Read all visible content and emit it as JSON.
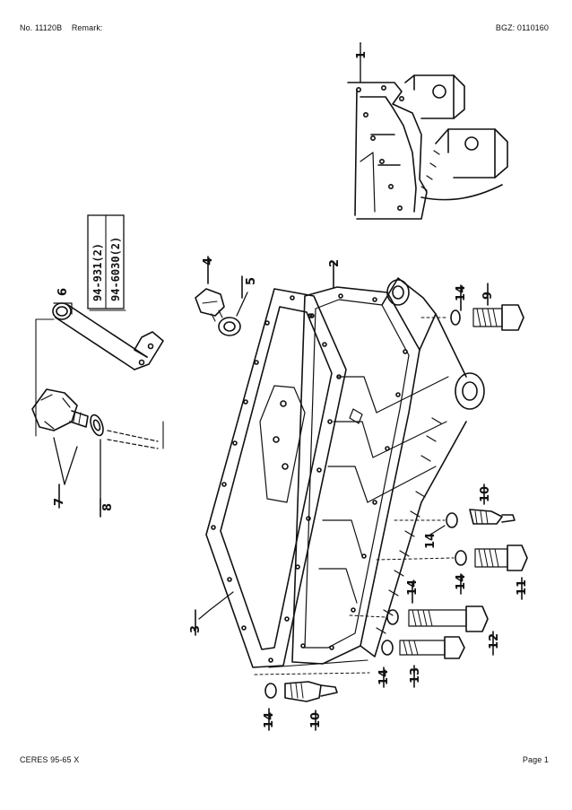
{
  "header": {
    "doc_number": "No. 11120B",
    "remark": "Remark:",
    "bgz": "BGZ: 0110160"
  },
  "footer": {
    "model": "CERES 95-65 X",
    "page": "Page 1"
  },
  "drawing": {
    "callouts": [
      "1",
      "2",
      "3",
      "4",
      "5",
      "6",
      "7",
      "8",
      "9",
      "10",
      "10",
      "11",
      "12",
      "13",
      "14",
      "14",
      "14",
      "14",
      "14",
      "14"
    ],
    "note_lines": [
      "94-931(2)",
      "94-6030(2)"
    ]
  }
}
